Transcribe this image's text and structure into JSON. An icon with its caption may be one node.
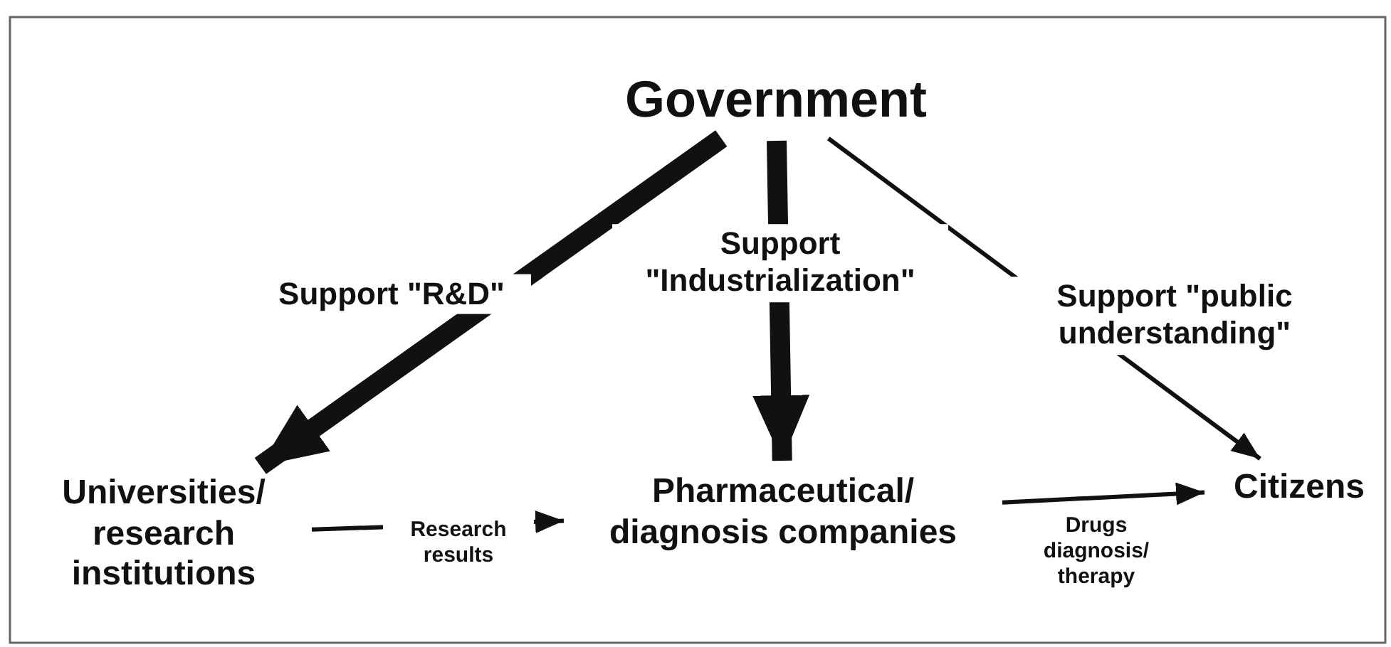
{
  "diagram": {
    "nodes": [
      {
        "text": [
          "Government"
        ]
      },
      {
        "text": [
          "Universities/ research institutions"
        ]
      },
      {
        "text": [
          "Pharmaceutical/ diagnosis companies"
        ]
      },
      {
        "text": [
          "Citizens"
        ]
      }
    ],
    "edges": [
      {
        "from": 0,
        "to": 1,
        "arrow": "to",
        "label": "Support \"R&D\"",
        "style": "thick"
      },
      {
        "from": 0,
        "to": 2,
        "arrow": "to",
        "label": "Support \"Industrialization\"",
        "style": "thick"
      },
      {
        "from": 0,
        "to": 3,
        "arrow": "to",
        "label": "Support \"public understanding\""
      },
      {
        "from": 1,
        "to": 2,
        "arrow": "to",
        "label": "Research results"
      },
      {
        "from": 2,
        "to": 3,
        "arrow": "to",
        "label": "Drugs diagnosis/ therapy"
      }
    ]
  }
}
